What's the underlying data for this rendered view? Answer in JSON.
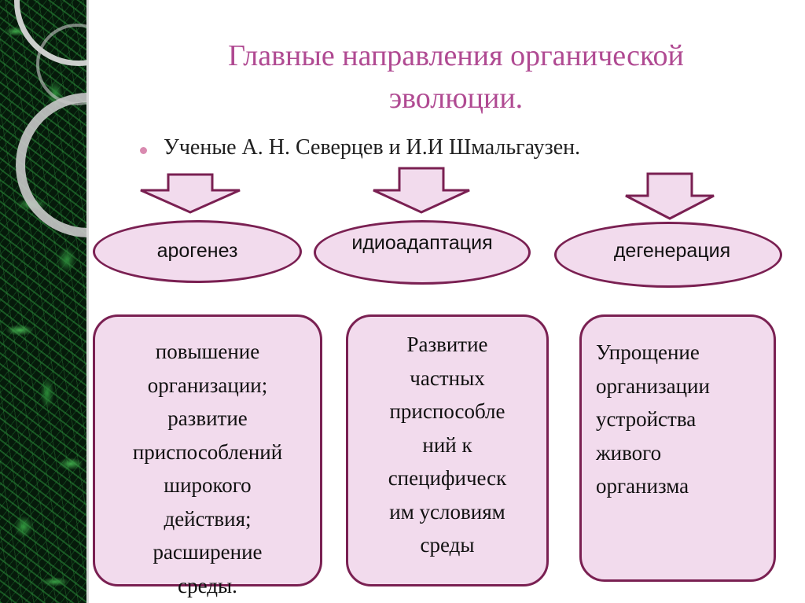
{
  "title_lines": [
    "Главные направления органической",
    "эволюции."
  ],
  "bullet": "Ученые А. Н. Северцев и И.И Шмальгаузен.",
  "colors": {
    "title": "#b04a92",
    "fill": "#f2dbed",
    "stroke": "#7a2052",
    "bullet": "#d98ab0"
  },
  "directions": [
    {
      "name": "арогенез",
      "description_lines": [
        "повышение",
        "организации;",
        "развитие",
        "приспособлений",
        "широкого",
        "действия;",
        "расширение",
        "среды."
      ]
    },
    {
      "name": "идиоадаптация",
      "description_lines": [
        "Развитие",
        "частных",
        "приспособле",
        "ний к",
        "специфическ",
        "им условиям",
        "среды"
      ]
    },
    {
      "name": "дегенерация",
      "description_lines": [
        "Упрощение",
        "организации",
        "устройства",
        "живого",
        "организма"
      ]
    }
  ]
}
